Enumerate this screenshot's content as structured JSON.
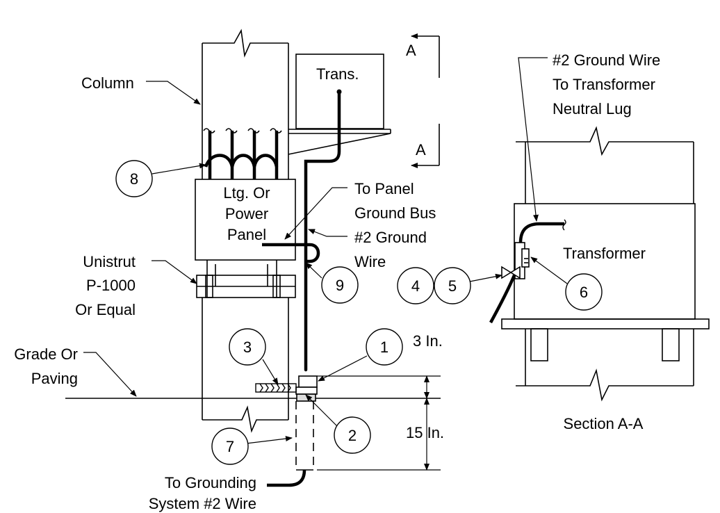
{
  "labels": {
    "column": "Column",
    "trans": "Trans.",
    "section_arrow_top": "A",
    "section_arrow_bottom": "A",
    "panel": [
      "Ltg. Or",
      "Power",
      "Panel"
    ],
    "to_panel_ground": [
      "To Panel",
      "Ground Bus",
      "#2 Ground",
      "Wire"
    ],
    "unistrut": [
      "Unistrut",
      "P-1000",
      "Or Equal"
    ],
    "grade": [
      "Grade Or",
      "Paving"
    ],
    "dim_top": "3 In.",
    "dim_bottom": "15 In.",
    "to_grounding": [
      "To Grounding",
      "System #2 Wire"
    ],
    "ground_wire_xfmr": [
      "#2 Ground Wire",
      "To Transformer",
      "Neutral Lug"
    ],
    "transformer": "Transformer",
    "section_title": "Section A-A"
  },
  "callouts": {
    "c1": "1",
    "c2": "2",
    "c3": "3",
    "c4": "4",
    "c5": "5",
    "c6": "6",
    "c7": "7",
    "c8": "8",
    "c9": "9"
  }
}
